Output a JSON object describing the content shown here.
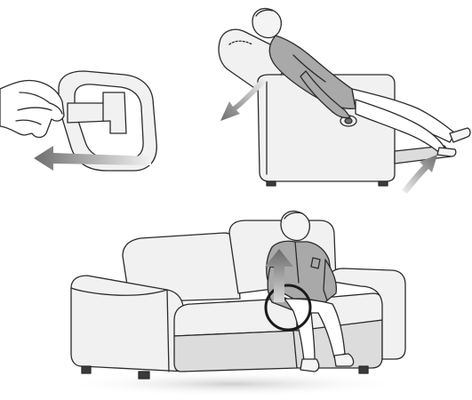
{
  "colors": {
    "outline": "#2b2b2b",
    "furniture_fill": "#f1f1f1",
    "furniture_shade": "#dcdcdc",
    "shirt_fill": "#a9a9a9",
    "trouser_fill": "#ffffff",
    "skin_fill": "#f4f4f4",
    "arrow_gradient_start": "#f2f2f2",
    "arrow_gradient_end": "#6e6e6e",
    "floor_shadow": "#cfcfcf"
  },
  "panels": [
    {
      "name": "pull-handle-detail",
      "icons": [
        "hand-icon",
        "pull-handle-icon",
        "pull-arrow-icon"
      ]
    },
    {
      "name": "recliner-side-view",
      "icons": [
        "reclining-person",
        "backrest-tilt-arrow-icon",
        "footrest-raise-arrow-icon",
        "release-knob-icon"
      ]
    },
    {
      "name": "sofa-front-view",
      "icons": [
        "seated-person",
        "lift-arrow-icon",
        "handle-highlight-circle-icon"
      ]
    }
  ]
}
